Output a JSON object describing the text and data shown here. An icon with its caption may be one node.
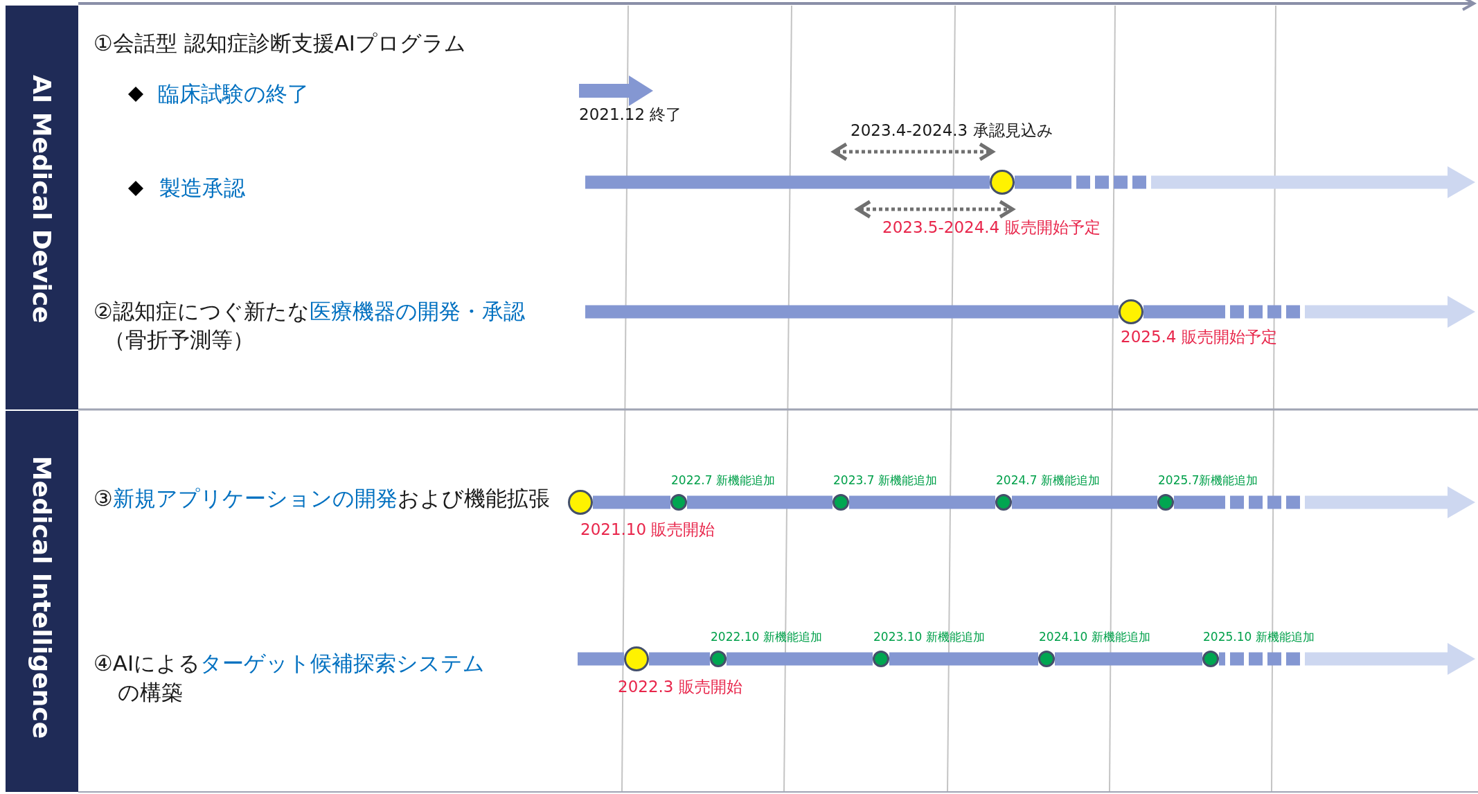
{
  "diagram": {
    "nodes": [
      {
        "text": [
          "AI Medical Device"
        ]
      },
      {
        "text": [
          "Medical Intelligence"
        ]
      },
      {
        "text": [],
        "shape": "circle"
      },
      {
        "text": [],
        "shape": "circle",
        "beside": [
          "2025.4 販売開始予定"
        ]
      },
      {
        "text": [],
        "shape": "circle",
        "beside": [
          "2021.10 販売開始"
        ]
      },
      {
        "text": [],
        "shape": "circle",
        "beside": [
          "2022.7 新機能追加"
        ]
      },
      {
        "text": [],
        "shape": "circle",
        "beside": [
          "2023.7 新機能追加"
        ]
      },
      {
        "text": [],
        "shape": "circle",
        "beside": [
          "2024.7 新機能追加"
        ]
      },
      {
        "text": [],
        "shape": "circle",
        "beside": [
          "2025.7新機能追加"
        ]
      },
      {
        "text": [],
        "shape": "circle",
        "beside": [
          "2022.3 販売開始"
        ]
      },
      {
        "text": [],
        "shape": "circle",
        "beside": [
          "2022.10 新機能追加"
        ]
      },
      {
        "text": [],
        "shape": "circle",
        "beside": [
          "2023.10 新機能追加"
        ]
      },
      {
        "text": [],
        "shape": "circle",
        "beside": [
          "2024.10 新機能追加"
        ]
      },
      {
        "text": [],
        "shape": "circle",
        "beside": [
          "2025.10 新機能追加"
        ]
      }
    ],
    "edges": [
      {
        "from": null,
        "to": 2,
        "arrow": "none"
      },
      {
        "from": 2,
        "to": null,
        "arrow": "to",
        "style": "dashed",
        "color": "#cdd7f0"
      },
      {
        "from": null,
        "to": 3,
        "arrow": "none"
      },
      {
        "from": 3,
        "to": null,
        "arrow": "to",
        "style": "dashed",
        "color": "#cdd7f0"
      },
      {
        "from": 4,
        "to": 5,
        "arrow": "none"
      },
      {
        "from": 5,
        "to": 6,
        "arrow": "none"
      },
      {
        "from": 6,
        "to": 7,
        "arrow": "none"
      },
      {
        "from": 7,
        "to": 8,
        "arrow": "none"
      },
      {
        "from": 8,
        "to": null,
        "arrow": "to",
        "style": "dashed",
        "color": "#cdd7f0"
      },
      {
        "from": null,
        "to": 9,
        "arrow": "none"
      },
      {
        "from": 9,
        "to": 10,
        "arrow": "none"
      },
      {
        "from": 10,
        "to": 11,
        "arrow": "none"
      },
      {
        "from": 11,
        "to": 12,
        "arrow": "none"
      },
      {
        "from": 12,
        "to": 13,
        "arrow": "none"
      },
      {
        "from": 13,
        "to": null,
        "arrow": "to",
        "style": "dashed",
        "color": "#cdd7f0"
      }
    ],
    "labels": [
      "①会話型 認知症診断支援AIプログラム",
      "臨床試験の終了",
      "2021.12 終了",
      "2023.4-2024.3 承認見込み",
      "製造承認",
      "2023.5-2024.4 販売開始予定",
      "②認知症につぐ新たな",
      "医療機器の開発・承認",
      "（骨折予測等）",
      "③",
      "新規アプリケーションの開発",
      "および機能拡張",
      "④AIによる",
      "ターゲット候補探索システム",
      "の構築"
    ]
  }
}
